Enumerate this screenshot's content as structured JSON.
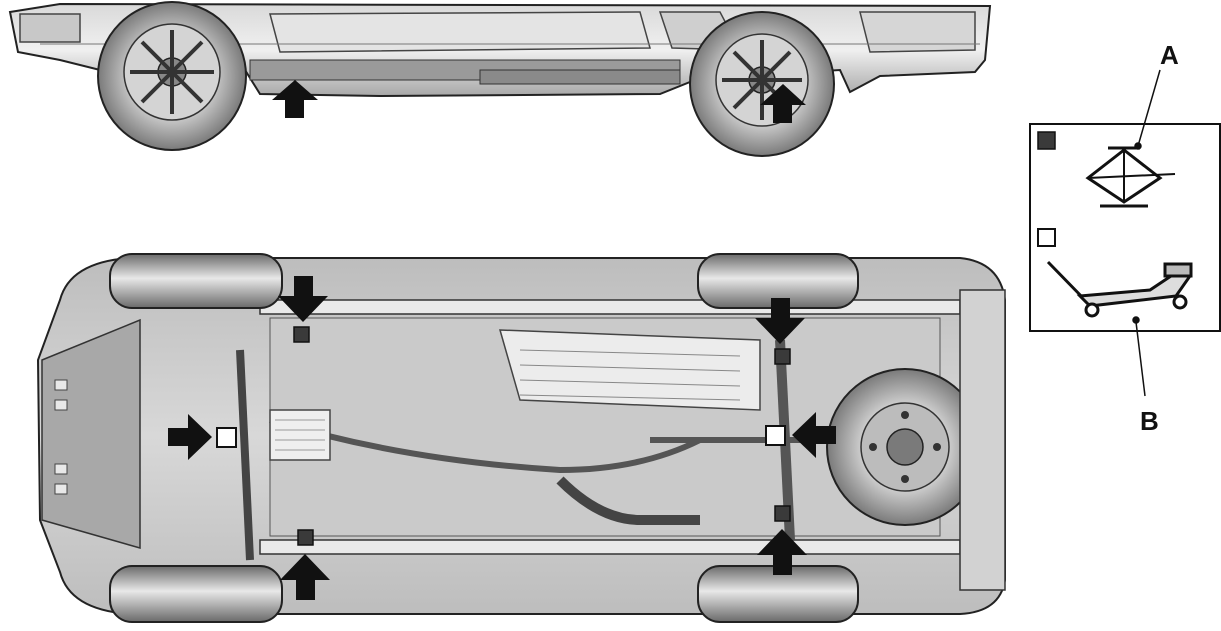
{
  "callouts": {
    "a": "A",
    "b": "B"
  },
  "legend": {
    "items": [
      {
        "marker": "filled-square",
        "icon": "scissor-jack-icon",
        "color": "#3a3a3a"
      },
      {
        "marker": "open-square",
        "icon": "floor-jack-icon",
        "color": "#ffffff"
      }
    ]
  },
  "colors": {
    "arrow": "#111111",
    "vehicle_light": "#e6e6e6",
    "vehicle_mid": "#bdbdbd",
    "vehicle_dark": "#6e6e6e",
    "outline": "#222222"
  }
}
